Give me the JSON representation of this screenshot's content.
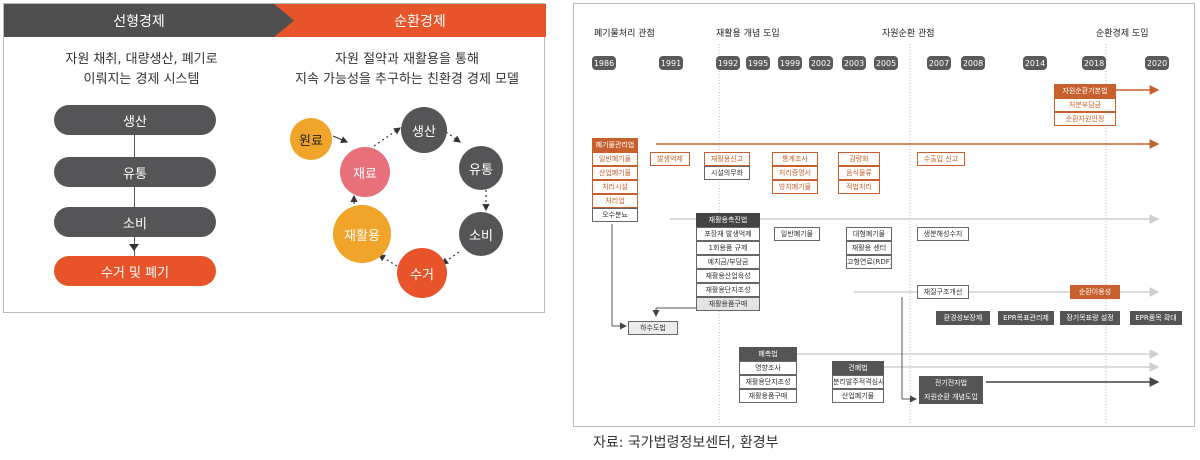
{
  "left": {
    "header_linear": "선형경제",
    "header_circular": "순환경제",
    "desc_linear": [
      "자원 채취, 대량생산, 폐기로",
      "이뤄지는 경제 시스템"
    ],
    "desc_circular": [
      "자원 절약과 재활용을 통해",
      "지속 가능성을 추구하는 친환경 경제 모델"
    ],
    "linear_steps": [
      "생산",
      "유통",
      "소비",
      "수거 및 폐기"
    ],
    "circular": {
      "input": "원료",
      "material": "재료",
      "production": "생산",
      "distribution": "유통",
      "consumption": "소비",
      "collection": "수거",
      "recycling": "재활용"
    }
  },
  "timeline": {
    "eras": [
      "폐기물처리 관점",
      "재활용 개념 도입",
      "자원순환 관점",
      "순환경제 도입"
    ],
    "years": [
      "1986",
      "1991",
      "1992",
      "1995",
      "1999",
      "2002",
      "2003",
      "2005",
      "2007",
      "2008",
      "2014",
      "2018",
      "2020"
    ],
    "resource_act": {
      "title": "자원순환기본법",
      "items": [
        "처분부담금",
        "순환자원인정"
      ]
    },
    "waste_act": {
      "title": "폐기물관리법",
      "items": [
        "일반폐기물",
        "산업폐기물",
        "처리시설",
        "처리업",
        "오수분뇨"
      ]
    },
    "waste_act_row2": [
      "발생억제",
      "재활용신고",
      "시설의무화",
      "통계조사",
      "처리증명서",
      "방치폐기물",
      "감량화",
      "음식물류",
      "적법처리",
      "수출입 신고"
    ],
    "recycling_act": {
      "title": "재활용촉진법",
      "items": [
        "포장재 발생억제",
        "1회용품 규제",
        "예치금/부담금",
        "재활용산업육성",
        "재활용단지조성",
        "재활용품구매"
      ],
      "other": [
        "일반폐기물",
        "대형폐기물",
        "재활용 센터",
        "고형연료(RDF)",
        "생분해성수지"
      ]
    },
    "sewage": "하수도법",
    "epr": {
      "redesign": "재질구조개선",
      "circulation_use": "순환이용성",
      "items": [
        "환경성보장제",
        "EPR목표관리제",
        "장기목표량 설정",
        "EPR품목 확대"
      ]
    },
    "waste_law": {
      "title": "폐촉법",
      "items": [
        "영향조사",
        "재활용단지조성",
        "재활용품구매"
      ]
    },
    "construction": {
      "title": "건폐법",
      "items": [
        "분리발주적격심사",
        "산업폐기물"
      ]
    },
    "electronics": {
      "title": "전기전자법",
      "items": [
        "자원순환 개념도입"
      ]
    }
  },
  "source": "자료: 국가법령정보센터, 환경부",
  "colors": {
    "orange": "#e8542a",
    "dark": "#4f4f4f",
    "pink": "#e8707a",
    "gold": "#f0a52a",
    "brown": "#c8602d"
  }
}
